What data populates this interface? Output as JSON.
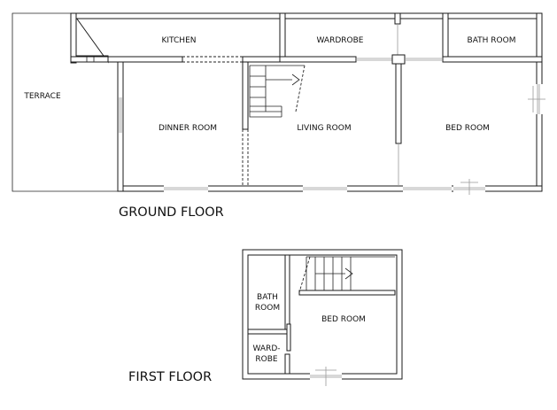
{
  "ground_floor": {
    "title": "GROUND FLOOR",
    "rooms": {
      "terrace": "TERRACE",
      "kitchen": "KITCHEN",
      "wardrobe": "WARDROBE",
      "bathroom": "BATH ROOM",
      "dinner_room": "DINNER ROOM",
      "living_room": "LIVING ROOM",
      "bed_room": "BED ROOM"
    }
  },
  "first_floor": {
    "title": "FIRST FLOOR",
    "rooms": {
      "bath_line1": "BATH",
      "bath_line2": "ROOM",
      "ward_line1": "WARD-",
      "ward_line2": "ROBE",
      "bed_room": "BED ROOM"
    }
  }
}
